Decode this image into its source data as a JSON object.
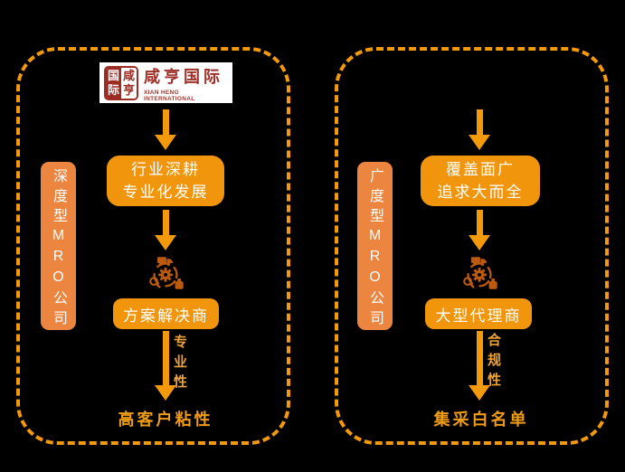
{
  "colors": {
    "background": "#000000",
    "dashed_border": "#F2990C",
    "box_orange": "#F0950C",
    "side_label_orange": "#EB853F",
    "icon_dark_orange": "#BC5A0F",
    "note_text_orange": "#EBA23A",
    "result_text_orange": "#EE9C17",
    "logo_red": "#9C2B23",
    "logo_bg": "#FFFFFF",
    "box_text": "#FFFFFF"
  },
  "logo": {
    "seal_left": "国际",
    "seal_right": "咸亨",
    "name_cn": "咸亨国际",
    "name_en": "XIAN HENG INTERNATIONAL"
  },
  "left_panel": {
    "side_label": "深度型MRO公司",
    "strategy_line1": "行业深耕",
    "strategy_line2": "专业化发展",
    "role_box": "方案解决商",
    "arrow_note": "专业性",
    "result": "高客户粘性"
  },
  "right_panel": {
    "side_label": "广度型MRO公司",
    "strategy_line1": "覆盖面广",
    "strategy_line2": "追求大而全",
    "role_box": "大型代理商",
    "arrow_note": "合规性",
    "result": "集采白名单"
  },
  "icons": {
    "cycle_icon_meaning": "procurement-cycle (truck, gear, magnifier, bag)"
  }
}
